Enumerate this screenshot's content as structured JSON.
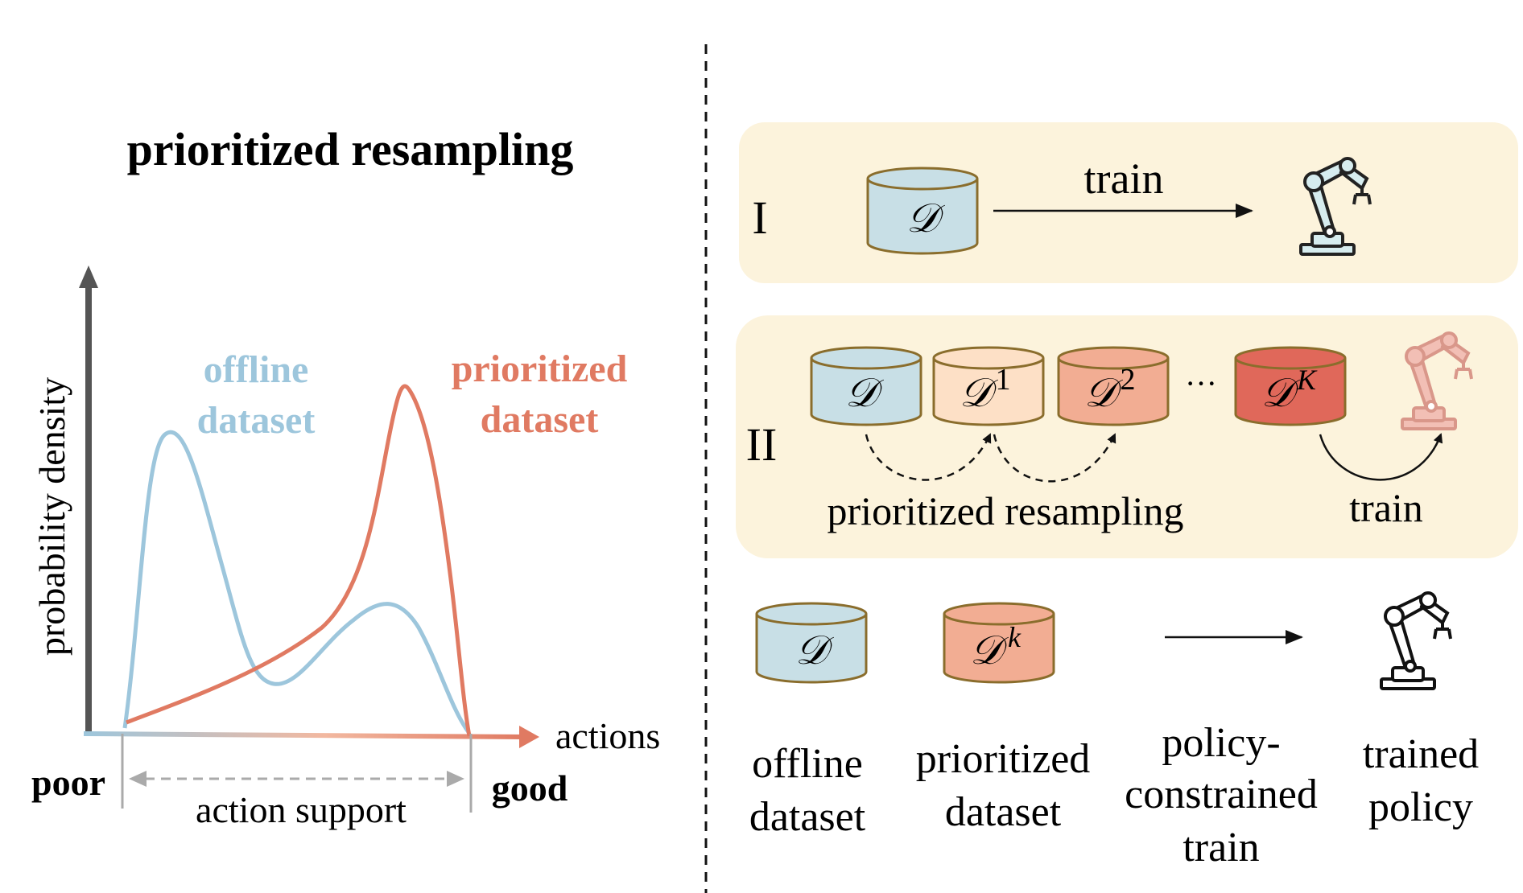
{
  "left": {
    "title": "prioritized resampling",
    "y_axis_label": "probability density",
    "x_axis_label": "actions",
    "curve_offline_label": [
      "offline",
      "dataset"
    ],
    "curve_prioritized_label": [
      "prioritized",
      "dataset"
    ],
    "poor_label": "poor",
    "good_label": "good",
    "support_label": "action support",
    "colors": {
      "offline": "#9dc6dc",
      "prioritized": "#e07a62",
      "axis": "#555555"
    }
  },
  "right": {
    "panel1": {
      "roman": "I",
      "dataset": "𝒟",
      "arrow_label": "train"
    },
    "panel2": {
      "roman": "II",
      "datasets": [
        "𝒟",
        "𝒟",
        "𝒟",
        "𝒟"
      ],
      "superscripts": [
        "",
        "1",
        "2",
        "K"
      ],
      "ellipsis": "···",
      "resample_label": "prioritized resampling",
      "train_label": "train"
    },
    "legend": {
      "dataset_symbol": "𝒟",
      "dataset_k_sup": "k",
      "offline": [
        "offline",
        "dataset"
      ],
      "prioritized": [
        "prioritized",
        "dataset"
      ],
      "train": [
        "policy-",
        "constrained",
        "train"
      ],
      "policy": [
        "trained",
        "policy"
      ]
    },
    "colors": {
      "panel_bg": "#fcf3dc",
      "db_blue": "#c8dfe6",
      "db_light": "#fde0c6",
      "db_mid": "#f2ad93",
      "db_dark": "#e0685a",
      "db_edge": "#8a6d2c",
      "robot_blue": "#d6ecef",
      "robot_pink": "#f2bfb5"
    }
  }
}
